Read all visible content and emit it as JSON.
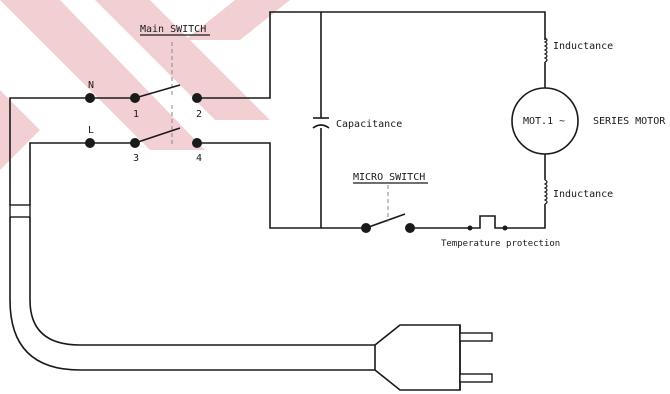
{
  "labels": {
    "main_switch": "Main SWITCH",
    "terminal_n": "N",
    "terminal_l": "L",
    "terminal_1": "1",
    "terminal_2": "2",
    "terminal_3": "3",
    "terminal_4": "4",
    "capacitance": "Capacitance",
    "inductance_top": "Inductance",
    "inductance_bottom": "Inductance",
    "motor": "MOT.1 ~",
    "series_motor": "SERIES MOTOR",
    "micro_switch": "MICRO SWITCH",
    "temperature_protection": "Temperature protection"
  },
  "colors": {
    "line": "#1a1a1a",
    "watermark": "#c6283c"
  }
}
